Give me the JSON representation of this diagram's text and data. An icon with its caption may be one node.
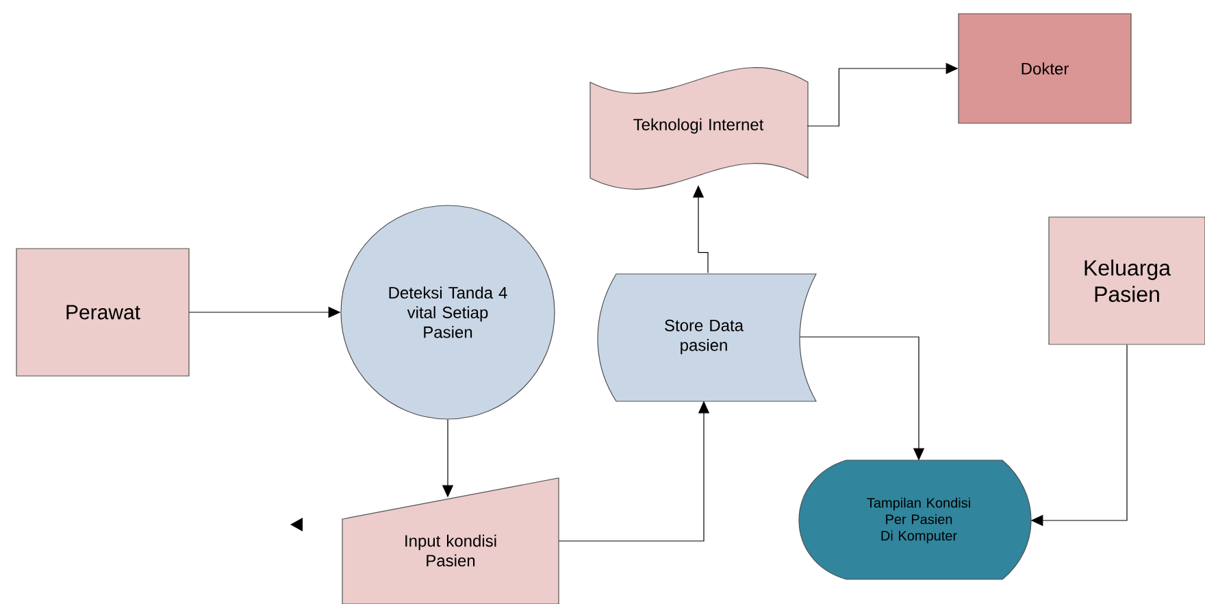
{
  "diagram": {
    "nodes": [
      {
        "text": [
          "Perawat"
        ]
      },
      {
        "text": [
          "Deteksi Tanda 4 vital Setiap Pasien"
        ]
      },
      {
        "text": [
          "Input kondisi Pasien"
        ]
      },
      {
        "text": [
          "Store Data pasien"
        ]
      },
      {
        "text": [
          "Teknologi Internet"
        ]
      },
      {
        "text": [
          "Dokter"
        ]
      },
      {
        "text": [
          "Keluarga Pasien"
        ]
      },
      {
        "text": [
          "Tampilan Kondisi Per Pasien Di Komputer"
        ]
      }
    ],
    "edges": [
      {
        "from": 0,
        "to": 1,
        "arrow": "to"
      },
      {
        "from": 1,
        "to": 2,
        "arrow": "to"
      },
      {
        "from": 2,
        "to": 3,
        "arrow": "to"
      },
      {
        "from": 3,
        "to": 4,
        "arrow": "to"
      },
      {
        "from": 4,
        "to": 5,
        "arrow": "to"
      },
      {
        "from": 3,
        "to": 7,
        "arrow": "to"
      },
      {
        "from": 6,
        "to": 7,
        "arrow": "to"
      }
    ]
  }
}
